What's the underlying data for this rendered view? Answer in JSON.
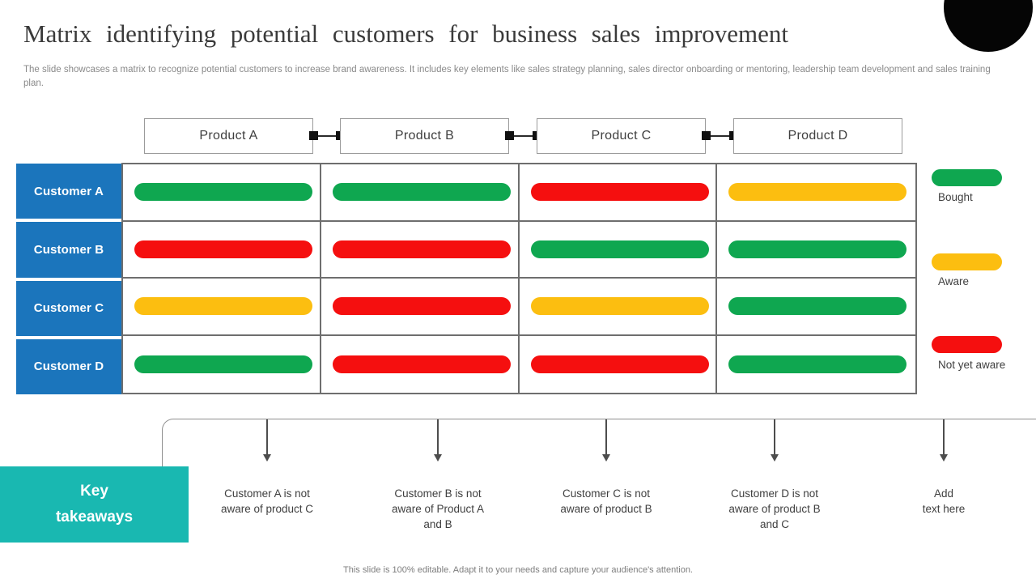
{
  "header": {
    "title": "Matrix identifying potential customers for business sales improvement",
    "subtitle": "The slide showcases a matrix to recognize potential customers to increase brand awareness. It includes key elements like sales strategy planning, sales director onboarding or mentoring, leadership team development and sales training plan."
  },
  "products": [
    "Product A",
    "Product B",
    "Product C",
    "Product D"
  ],
  "customers": [
    "Customer A",
    "Customer B",
    "Customer C",
    "Customer D"
  ],
  "statuses": {
    "bought": {
      "label": "Bought",
      "color": "#0fa750"
    },
    "aware": {
      "label": "Aware",
      "color": "#fcbe10"
    },
    "not_yet_aware": {
      "label": "Not yet aware",
      "color": "#f50f0f"
    }
  },
  "legend_order": [
    "bought",
    "aware",
    "not_yet_aware"
  ],
  "matrix": [
    [
      "bought",
      "bought",
      "not_yet_aware",
      "aware"
    ],
    [
      "not_yet_aware",
      "not_yet_aware",
      "bought",
      "bought"
    ],
    [
      "aware",
      "not_yet_aware",
      "aware",
      "bought"
    ],
    [
      "bought",
      "not_yet_aware",
      "not_yet_aware",
      "bought"
    ]
  ],
  "key_takeaways": {
    "title_lines": [
      "Key",
      "takeaways"
    ],
    "accent_color": "#19b8b1",
    "items": [
      {
        "lines": [
          "Customer A is not",
          "aware of product C"
        ]
      },
      {
        "lines": [
          "Customer B is not",
          "aware of Product A",
          "and B"
        ]
      },
      {
        "lines": [
          "Customer C is not",
          "aware of product B"
        ]
      },
      {
        "lines": [
          "Customer D is not",
          "aware of product B",
          "and C"
        ]
      },
      {
        "lines": [
          "Add",
          "text here"
        ]
      }
    ]
  },
  "colors": {
    "customer_label_bg": "#1b75bc",
    "decorative_circle": "#050505"
  },
  "footer": {
    "note": "This slide is 100% editable. Adapt it to your needs and capture your audience's attention."
  }
}
